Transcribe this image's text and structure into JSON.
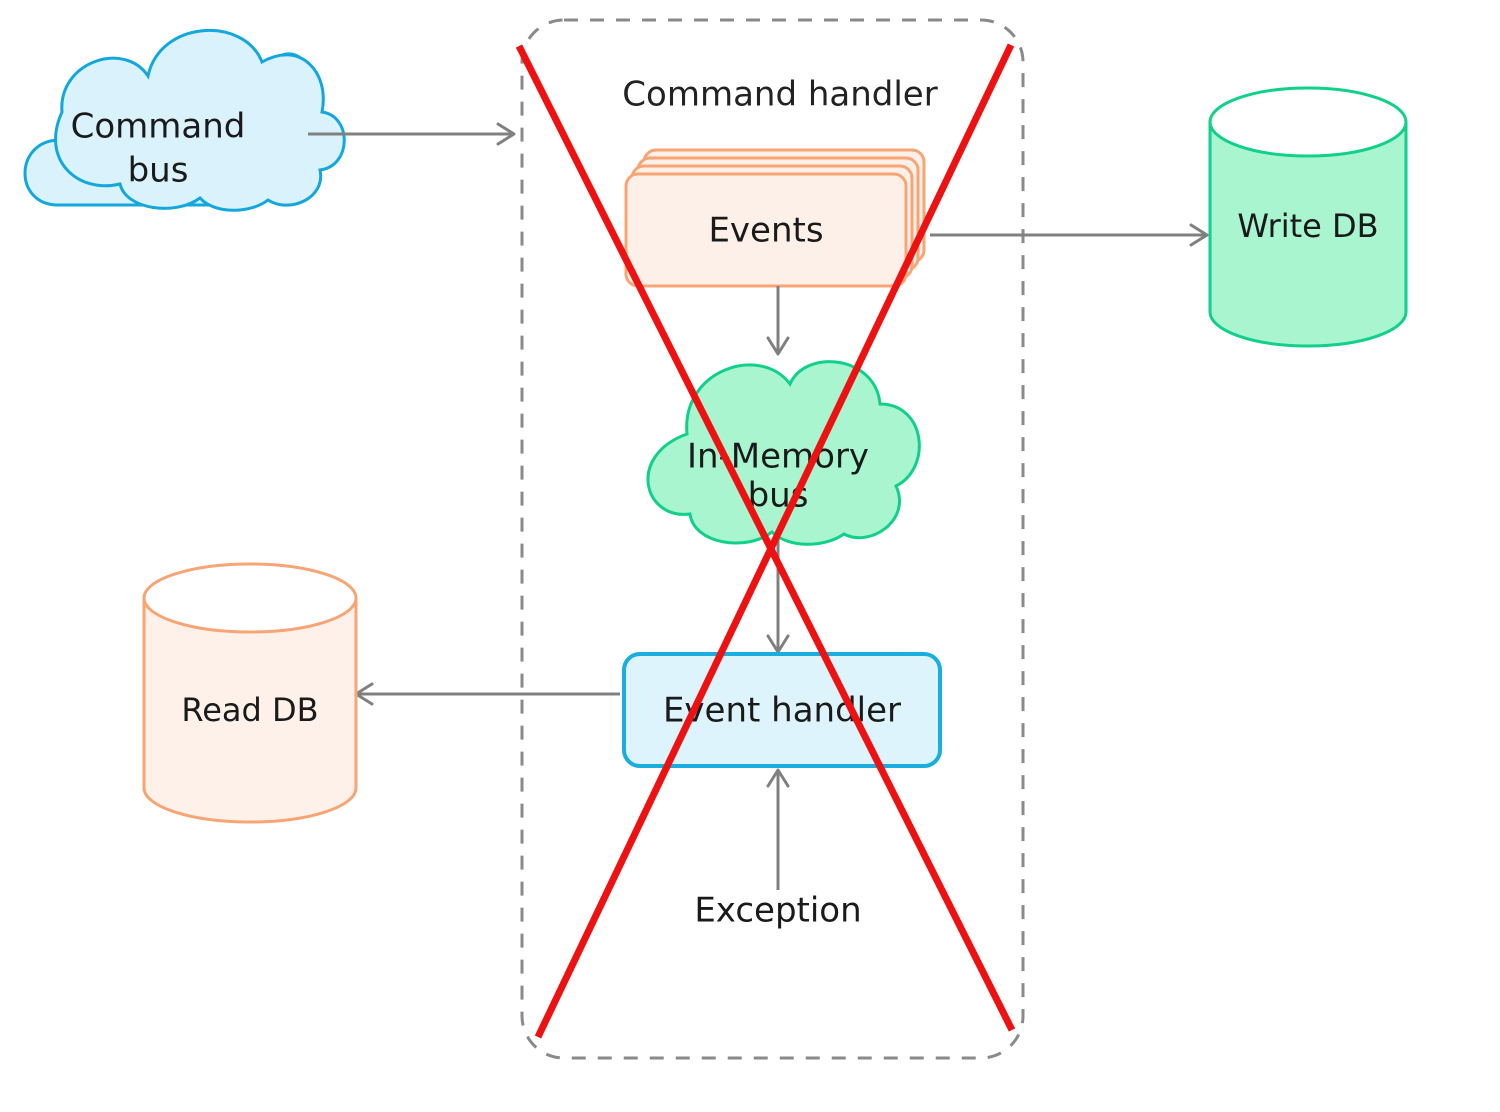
{
  "diagram": {
    "title": "CQRS command handler flow (invalidated)",
    "background": "#ffffff"
  },
  "group": {
    "name": "command-handler-group",
    "title": "Command handler",
    "border_color": "#8a8a8a",
    "style": "dashed rounded rectangle",
    "invalidated": true,
    "strike_color": "#ee1111"
  },
  "nodes": [
    {
      "id": "command-bus",
      "label": "Command bus",
      "line1": "Command",
      "line2": "bus",
      "shape": "cloud",
      "fill": "#d9f2fc",
      "stroke": "#13a7dd"
    },
    {
      "id": "events",
      "label": "Events",
      "shape": "card-stack",
      "stack_count": 4,
      "fill": "#fdf0e9",
      "stroke": "#f7a575"
    },
    {
      "id": "in-memory-bus",
      "label": "In-Memory bus",
      "line1": "In-Memory",
      "line2": "bus",
      "shape": "cloud",
      "fill": "#a8f5d0",
      "stroke": "#10d08a"
    },
    {
      "id": "event-handler",
      "label": "Event handler",
      "shape": "rounded-rectangle",
      "fill": "#ddf4fc",
      "stroke": "#1aaede"
    },
    {
      "id": "write-db",
      "label": "Write DB",
      "shape": "cylinder",
      "fill": "#a8f5d0",
      "stroke": "#10d08a"
    },
    {
      "id": "read-db",
      "label": "Read DB",
      "shape": "cylinder",
      "fill": "#fdf1ea",
      "stroke": "#f7a575"
    },
    {
      "id": "exception",
      "label": "Exception",
      "shape": "text",
      "fill": "none",
      "stroke": "none"
    }
  ],
  "edges": [
    {
      "id": "edge-commandbus-to-handler",
      "from": "command-bus",
      "to": "command-handler-group",
      "direction": "right",
      "color": "#808080"
    },
    {
      "id": "edge-events-to-writedb",
      "from": "events",
      "to": "write-db",
      "direction": "right",
      "color": "#808080"
    },
    {
      "id": "edge-events-to-bus",
      "from": "events",
      "to": "in-memory-bus",
      "direction": "down",
      "color": "#808080"
    },
    {
      "id": "edge-bus-to-eventhandler",
      "from": "in-memory-bus",
      "to": "event-handler",
      "direction": "down",
      "color": "#808080"
    },
    {
      "id": "edge-eventhandler-to-readdb",
      "from": "event-handler",
      "to": "read-db",
      "direction": "left",
      "color": "#808080"
    },
    {
      "id": "edge-exception-to-eventhandler",
      "from": "exception",
      "to": "event-handler",
      "direction": "up",
      "color": "#808080"
    }
  ]
}
